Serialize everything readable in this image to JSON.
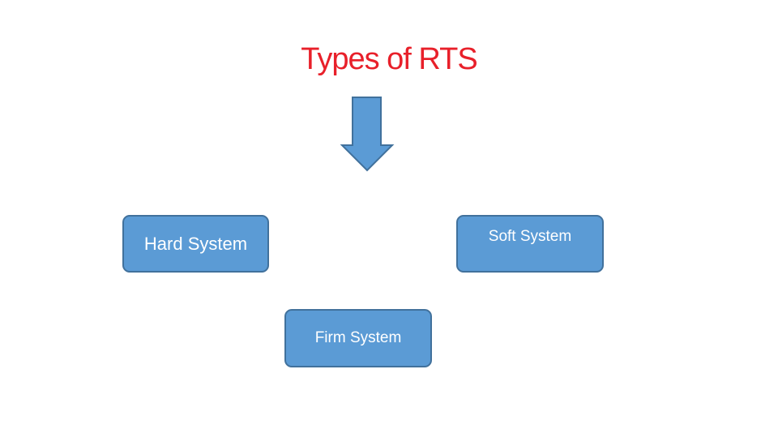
{
  "title": "Types of RTS",
  "colors": {
    "title": "#e8202a",
    "box_fill": "#5b9bd5",
    "box_border": "#41719c",
    "box_text": "#ffffff"
  },
  "arrow": {
    "direction": "down",
    "icon": "down-arrow-icon"
  },
  "nodes": {
    "hard": "Hard System",
    "soft": "Soft System",
    "firm": "Firm System"
  }
}
